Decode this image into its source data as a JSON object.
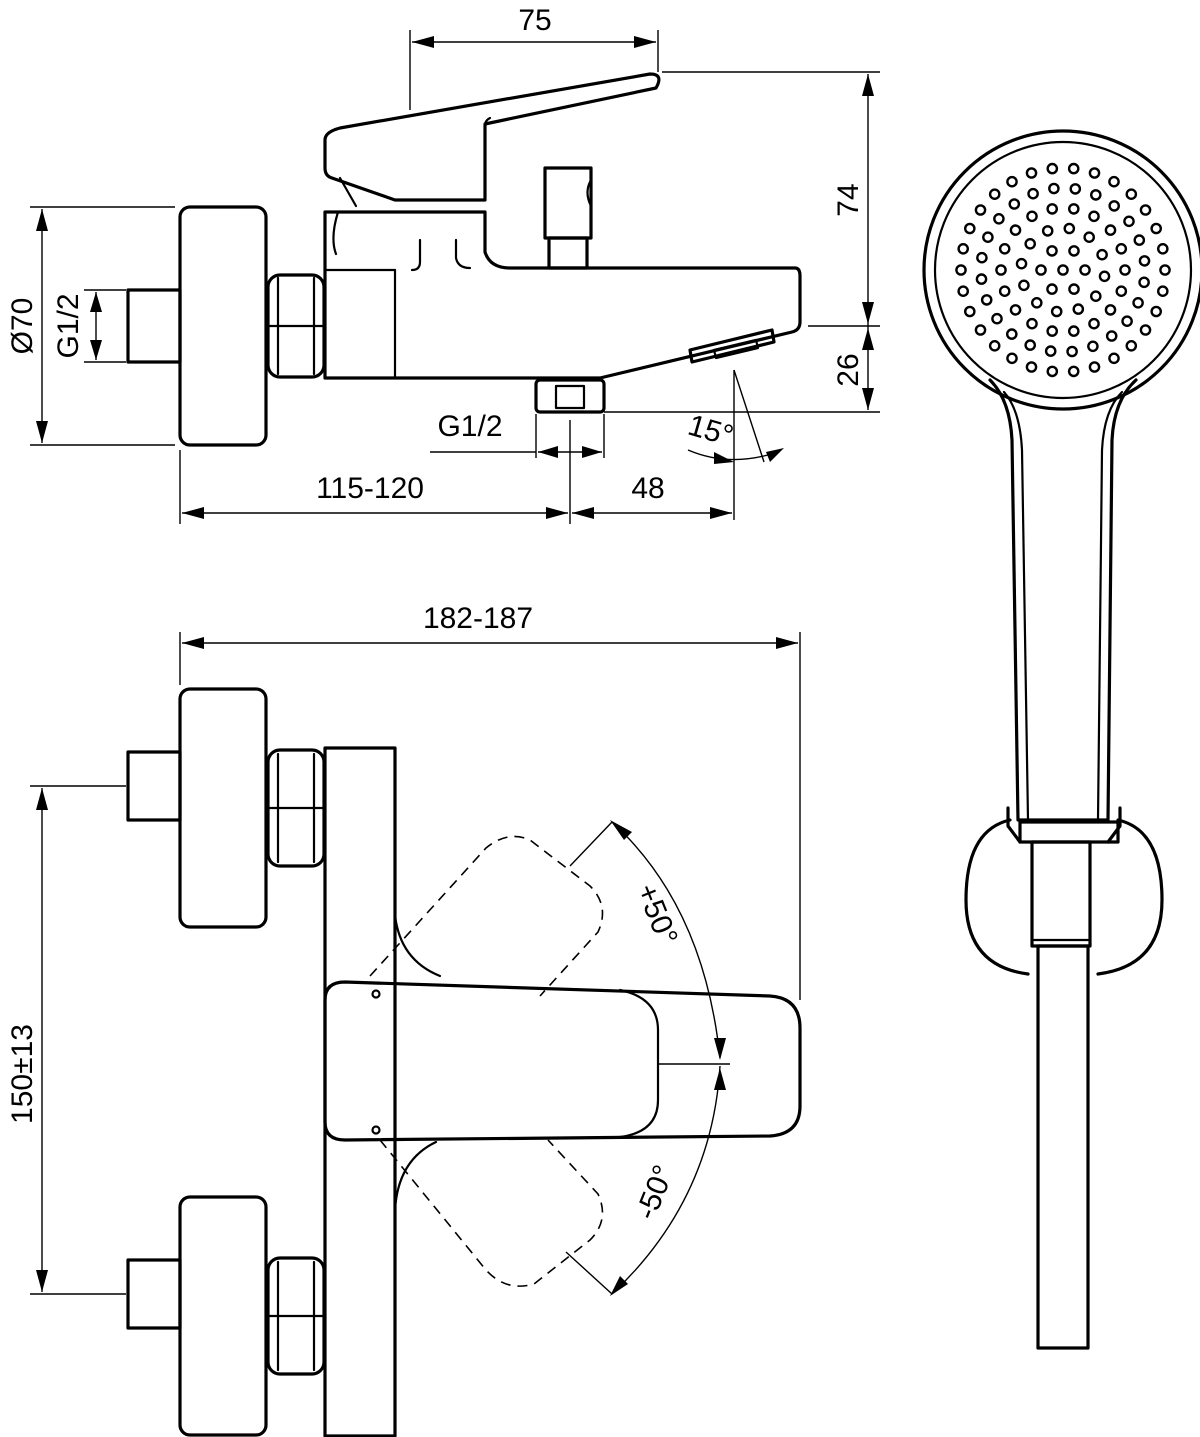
{
  "side_view": {
    "dim_width_top": "75",
    "dim_height_spout": "74",
    "dim_spout_drop": "26",
    "dim_diameter": "Ø70",
    "dim_inlet_thread": "G1/2",
    "dim_outlet_thread": "G1/2",
    "dim_angle": "15°",
    "dim_wall_distance": "115-120",
    "dim_outlet_offset": "48"
  },
  "front_view": {
    "dim_overall_width": "182-187",
    "dim_inlet_spacing": "150±13",
    "dim_rotation_plus": "+50°",
    "dim_rotation_minus": "-50°"
  }
}
